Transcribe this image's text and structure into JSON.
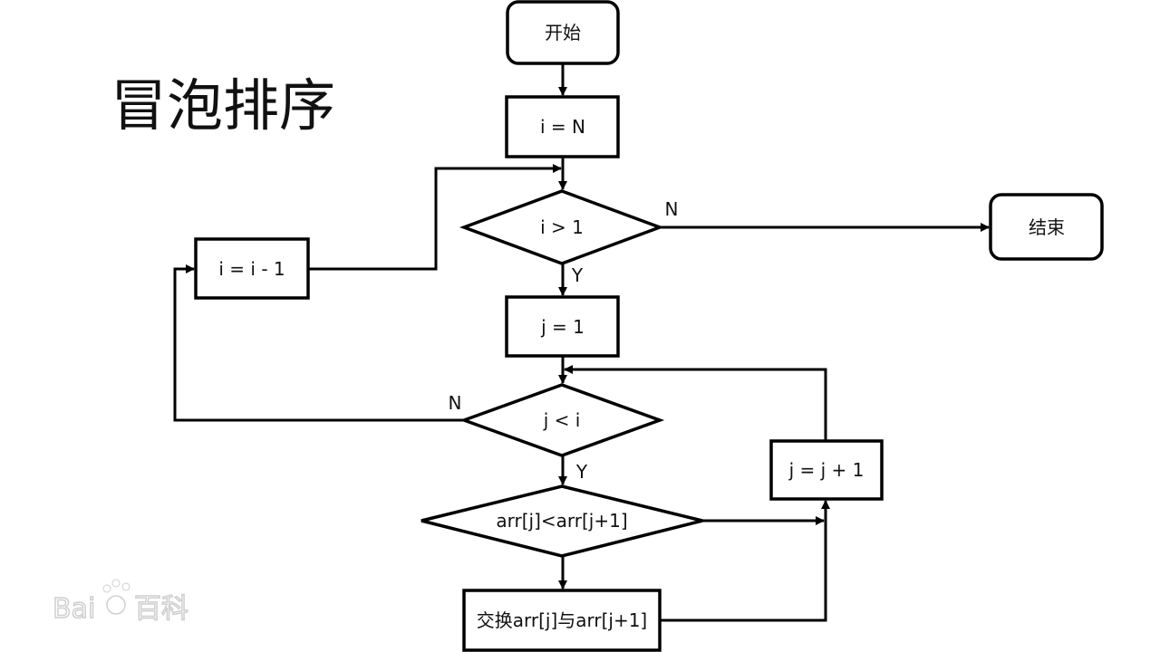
{
  "title": "冒泡排序",
  "watermark": "Bai百科",
  "nodes": {
    "start": "开始",
    "init_i": "i = N",
    "cond_i": "i > 1",
    "end": "结束",
    "dec_i": "i = i - 1",
    "init_j": "j = 1",
    "cond_j": "j < i",
    "inc_j": "j = j + 1",
    "compare": "arr[j]<arr[j+1]",
    "swap": "交换arr[j]与arr[j+1]"
  },
  "edge_labels": {
    "cond_i_no": "N",
    "cond_i_yes": "Y",
    "cond_j_no": "N",
    "cond_j_yes": "Y"
  }
}
